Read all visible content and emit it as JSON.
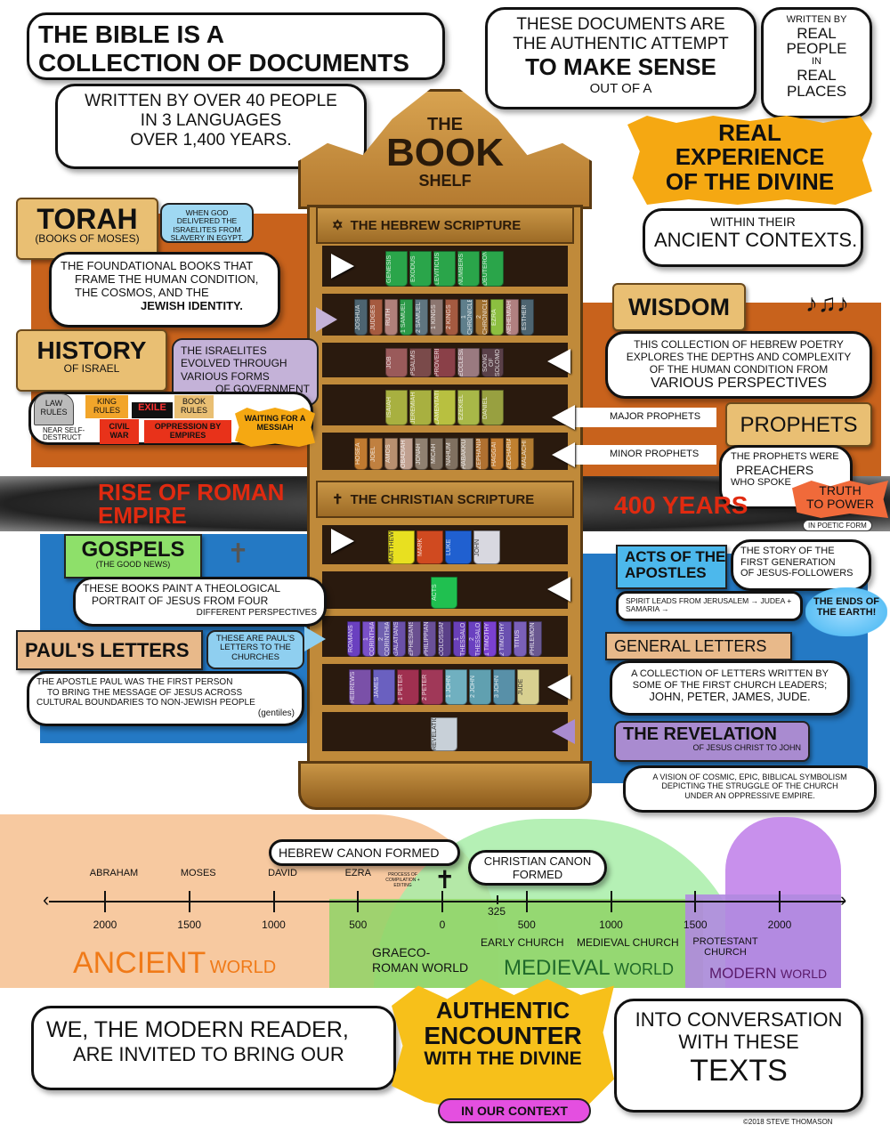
{
  "intro": {
    "title_lines": [
      "THE BIBLE is a",
      "COLLECTION of DOCUMENTS"
    ],
    "sub_lines": [
      "written by over 40 people",
      "in 3 languages",
      "over 1,400 years."
    ]
  },
  "authentic": {
    "lines": [
      "These documents are",
      "the authentic attempt",
      "to make sense",
      "out of a"
    ],
    "people": [
      "written by",
      "real",
      "people",
      "in",
      "real",
      "places"
    ],
    "burst": [
      "REAL",
      "EXPERIENCE",
      "of the DIVINE"
    ],
    "context": [
      "within their",
      "ancient contexts."
    ]
  },
  "bookshelf": {
    "title": [
      "THE",
      "BOOK",
      "SHELF"
    ],
    "hebrew_label": "THE HEBREW scripture",
    "christian_label": "THE CHRISTIAN scripture",
    "shelves": [
      {
        "group": "torah",
        "books": [
          [
            "Genesis",
            "#2aa54a"
          ],
          [
            "Exodus",
            "#2aa54a"
          ],
          [
            "Leviticus",
            "#2aa54a"
          ],
          [
            "Numbers",
            "#2aa54a"
          ],
          [
            "Deuteronomy",
            "#2aa54a"
          ]
        ]
      },
      {
        "group": "history",
        "books": [
          [
            "Joshua",
            "#4d6470"
          ],
          [
            "Judges",
            "#a55a3f"
          ],
          [
            "Ruth",
            "#b0807a"
          ],
          [
            "1 Samuel",
            "#2c9a48"
          ],
          [
            "2 Samuel",
            "#5f7580"
          ],
          [
            "1 Kings",
            "#8c7670"
          ],
          [
            "2 Kings",
            "#a45a40"
          ],
          [
            "1 Chronicles",
            "#5f7f8c"
          ],
          [
            "2 Chronicles",
            "#a07030"
          ],
          [
            "Ezra",
            "#8cbf40"
          ],
          [
            "Nehemiah",
            "#b08080"
          ],
          [
            "Esther",
            "#4d6470"
          ]
        ]
      },
      {
        "group": "wisdom",
        "books": [
          [
            "Job",
            "#9a5a5a"
          ],
          [
            "Psalms",
            "#7a4a4a"
          ],
          [
            "Proverbs",
            "#8a4048"
          ],
          [
            "Ecclesiastes",
            "#9a7a80"
          ],
          [
            "Song of Solomon",
            "#5a4048"
          ]
        ]
      },
      {
        "group": "major-prophets",
        "books": [
          [
            "Isaiah",
            "#a8b040"
          ],
          [
            "Jeremiah",
            "#a8b040"
          ],
          [
            "Lamentations",
            "#b8c040"
          ],
          [
            "Ezekiel",
            "#a8b848"
          ],
          [
            "Daniel",
            "#98a040"
          ]
        ]
      },
      {
        "group": "minor-prophets",
        "books": [
          [
            "Hosea",
            "#c07a30"
          ],
          [
            "Joel",
            "#c08040"
          ],
          [
            "Amos",
            "#b89070"
          ],
          [
            "Obadiah",
            "#c0a090"
          ],
          [
            "Jonah",
            "#908070"
          ],
          [
            "Micah",
            "#807060"
          ],
          [
            "Nahum",
            "#807060"
          ],
          [
            "Habakkuk",
            "#a09080"
          ],
          [
            "Zephaniah",
            "#b07030"
          ],
          [
            "Haggai",
            "#c07a30"
          ],
          [
            "Zechariah",
            "#c08030"
          ],
          [
            "Malachi",
            "#b07a30"
          ]
        ]
      },
      {
        "group": "gospels",
        "books": [
          [
            "Matthew",
            "#e8e020"
          ],
          [
            "Mark",
            "#d04a20"
          ],
          [
            "Luke",
            "#2060d0"
          ],
          [
            "John",
            "#d8d8e0"
          ]
        ]
      },
      {
        "group": "acts",
        "books": [
          [
            "Acts",
            "#20c050"
          ]
        ]
      },
      {
        "group": "pauls-letters",
        "books": [
          [
            "Romans",
            "#6a40c0"
          ],
          [
            "1 Corinthians",
            "#7a50c8"
          ],
          [
            "2 Corinthians",
            "#7060b0"
          ],
          [
            "Galatians",
            "#6a50a8"
          ],
          [
            "Ephesians",
            "#6a5090"
          ],
          [
            "Philippians",
            "#6a5098"
          ],
          [
            "Colossians",
            "#5a4088"
          ],
          [
            "1 Thessalonians",
            "#6a40b8"
          ],
          [
            "2 Thessalonians",
            "#6a40c0"
          ],
          [
            "1 Timothy",
            "#7a40d0"
          ],
          [
            "2 Timothy",
            "#6a50b0"
          ],
          [
            "Titus",
            "#7a60b8"
          ],
          [
            "Philemon",
            "#6a5890"
          ]
        ]
      },
      {
        "group": "general-letters",
        "books": [
          [
            "Hebrews",
            "#7a50a8"
          ],
          [
            "James",
            "#6a60c0"
          ],
          [
            "1 Peter",
            "#a03050"
          ],
          [
            "2 Peter",
            "#a03858"
          ],
          [
            "1 John",
            "#70b0c0"
          ],
          [
            "2 John",
            "#60a0b0"
          ],
          [
            "3 John",
            "#5890a8"
          ],
          [
            "Jude",
            "#d8d090"
          ]
        ]
      },
      {
        "group": "revelation",
        "books": [
          [
            "Revelation",
            "#c8d0d8"
          ]
        ]
      }
    ]
  },
  "torah": {
    "title": "TORAH",
    "subtitle": "(books of Moses)",
    "note": "When God delivered the Israelites from slavery in Egypt.",
    "desc_lines": [
      "The foundational books that",
      "frame the HUMAN CONDITION,",
      "the COSMOS, and the",
      "JEWISH IDENTITY."
    ]
  },
  "history": {
    "title": "HISTORY",
    "subtitle": "of Israel",
    "desc_lines": [
      "The Israelites",
      "evolved through",
      "various forms",
      "of government"
    ],
    "stages": [
      "Law Rules",
      "King Rules",
      "Exile",
      "Book Rules",
      "Near self-destruct",
      "Civil War",
      "Oppression by Empires",
      "Waiting for a Messiah"
    ]
  },
  "wisdom": {
    "title": "WISDOM",
    "desc_lines": [
      "This collection of HEBREW POETRY",
      "explores the depths and complexity",
      "of the human condition from",
      "VARIOUS PERSPECTIVES"
    ]
  },
  "prophets": {
    "title": "PROPHETS",
    "major": "Major Prophets",
    "minor": "Minor Prophets",
    "desc_lines": [
      "The prophets were",
      "PREACHERS",
      "who spoke"
    ],
    "burst": [
      "TRUTH",
      "to POWER"
    ],
    "form": "in poetic form"
  },
  "interlude": {
    "rise": "RISE of ROMAN EMPIRE",
    "years": "400 YEARS"
  },
  "gospels": {
    "title": "GOSPELS",
    "subtitle": "(the good news)",
    "desc_lines": [
      "These books paint a THEOLOGICAL",
      "PORTRAIT of JESUS from four",
      "different perspectives"
    ]
  },
  "pauls_letters": {
    "title": "PAUL'S LETTERS",
    "note": "These are Paul's letters to the churches",
    "desc_lines": [
      "The APOSTLE PAUL was the first person",
      "to bring the MESSAGE of JESUS across",
      "cultural boundaries to NON-JEWISH people",
      "(gentiles)"
    ]
  },
  "acts": {
    "title_lines": [
      "ACTS of the",
      "APOSTLES"
    ],
    "desc_lines": [
      "The story of the",
      "first generation",
      "of JESUS-FOLLOWERS"
    ],
    "path": "Spirit leads from Jerusalem → Judea + Samaria →",
    "ends": "The ENDS of the EARTH!"
  },
  "general_letters": {
    "title": "GENERAL LETTERS",
    "desc_lines": [
      "A collection of letters written by",
      "some of the first church leaders;",
      "John, Peter, James, Jude."
    ]
  },
  "revelation": {
    "title": "THE REVELATION",
    "subtitle": "of Jesus Christ to John",
    "desc_lines": [
      "A vision of cosmic, epic, biblical symbolism",
      "depicting the struggle of the church",
      "under an oppressive empire."
    ]
  },
  "timeline": {
    "ticks": [
      {
        "year": -2000,
        "label": "2000"
      },
      {
        "year": -1500,
        "label": "1500"
      },
      {
        "year": -1000,
        "label": "1000"
      },
      {
        "year": -500,
        "label": "500"
      },
      {
        "year": 0,
        "label": "0"
      },
      {
        "year": 500,
        "label": "500"
      },
      {
        "year": 1000,
        "label": "1000"
      },
      {
        "year": 1500,
        "label": "1500"
      },
      {
        "year": 2000,
        "label": "2000"
      }
    ],
    "figures": [
      {
        "year": -2000,
        "name": "Abraham"
      },
      {
        "year": -1500,
        "name": "Moses"
      },
      {
        "year": -1000,
        "name": "David"
      },
      {
        "year": -500,
        "name": "Ezra"
      }
    ],
    "marker_325": "325",
    "hebrew_canon": "HEBREW CANON FORMED",
    "process": "process of compilation + editing",
    "christian_canon": "CHRISTIAN CANON FORMED",
    "eras": [
      "Early Church",
      "Medieval Church",
      "Protestant Church"
    ],
    "worlds": {
      "ancient": [
        "ANCIENT",
        "world"
      ],
      "graeco": "Graeco-Roman World",
      "medieval": [
        "MEDIEVAL",
        "world"
      ],
      "modern": [
        "MODERN",
        "world"
      ]
    }
  },
  "closing": {
    "left_lines": [
      "WE, the MODERN READER,",
      "are invited to bring our"
    ],
    "burst": [
      "AUTHENTIC",
      "ENCOUNTER",
      "with the DIVINE"
    ],
    "context": "in OUR context",
    "right_lines": [
      "into CONVERSATION",
      "with these",
      "TEXTS"
    ]
  },
  "credit": "©2018 Steve Thomason",
  "colors": {
    "orange_bg": "#c8621c",
    "blue_bg": "#2479c4",
    "wood": "#c08a3a",
    "scroll": "#e9bf73",
    "burst": "#f5a812",
    "red_text": "#e02a10"
  }
}
